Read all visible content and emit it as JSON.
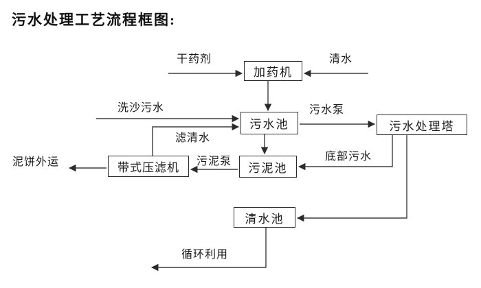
{
  "title": "污水处理工艺流程框图:",
  "nodes": {
    "dosing_machine": "加药机",
    "sewage_pool": "污水池",
    "sewage_treatment_tower": "污水处理塔",
    "sludge_pool": "污泥池",
    "belt_filter_press": "带式压滤机",
    "clean_water_pool": "清水池"
  },
  "flow_labels": {
    "dry_agent": "干药剂",
    "clean_water": "清水",
    "sand_washing_sewage": "洗沙污水",
    "filtered_water": "滤清水",
    "sewage_pump": "污水泵",
    "sludge_pump": "污泥泵",
    "bottom_sewage": "底部污水",
    "mud_cake_outbound": "泥饼外运",
    "recycling": "循环利用"
  },
  "edges": [
    {
      "from": "external",
      "to": "dosing_machine",
      "label": "干药剂"
    },
    {
      "from": "external",
      "to": "dosing_machine",
      "label": "清水"
    },
    {
      "from": "dosing_machine",
      "to": "sewage_pool",
      "label": ""
    },
    {
      "from": "external",
      "to": "sewage_pool",
      "label": "洗沙污水"
    },
    {
      "from": "belt_filter_press",
      "to": "sewage_pool",
      "label": "滤清水"
    },
    {
      "from": "sewage_pool",
      "to": "sewage_treatment_tower",
      "label": "污水泵"
    },
    {
      "from": "sewage_pool",
      "to": "sludge_pool",
      "label": ""
    },
    {
      "from": "sludge_pool",
      "to": "belt_filter_press",
      "label": "污泥泵"
    },
    {
      "from": "sewage_treatment_tower",
      "to": "sludge_pool",
      "label": "底部污水"
    },
    {
      "from": "sewage_treatment_tower",
      "to": "clean_water_pool",
      "label": ""
    },
    {
      "from": "belt_filter_press",
      "to": "external",
      "label": "泥饼外运"
    },
    {
      "from": "clean_water_pool",
      "to": "external",
      "label": "循环利用"
    }
  ],
  "colors": {
    "line": "#3d3d3d",
    "arrowhead": "#2b2b2b",
    "box_border": "#2b2b2b",
    "text": "#1a1a1a",
    "background": "#ffffff"
  }
}
